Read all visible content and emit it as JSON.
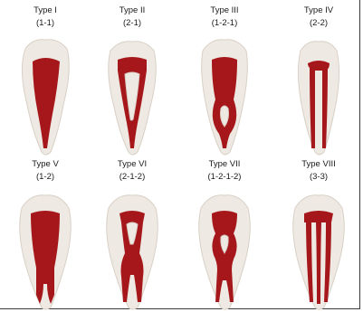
{
  "colors": {
    "tooth": "#eee9e2",
    "tooth_edge": "#d8d0c6",
    "canal": "#a6171b"
  },
  "types": [
    {
      "name": "Type I",
      "config": "(1-1)"
    },
    {
      "name": "Type II",
      "config": "(2-1)"
    },
    {
      "name": "Type III",
      "config": "(1-2-1)"
    },
    {
      "name": "Type IV",
      "config": "(2-2)"
    },
    {
      "name": "Type V",
      "config": "(1-2)"
    },
    {
      "name": "Type VI",
      "config": "(2-1-2)"
    },
    {
      "name": "Type VII",
      "config": "(1-2-1-2)"
    },
    {
      "name": "Type VIII",
      "config": "(3-3)"
    }
  ]
}
